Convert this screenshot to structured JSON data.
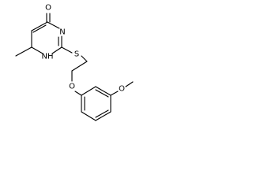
{
  "molecule": {
    "atoms": {
      "O_keto": "O",
      "N3": "N",
      "N1": "NH",
      "S": "S",
      "O_ether": "O",
      "O_methoxy": "O"
    }
  }
}
